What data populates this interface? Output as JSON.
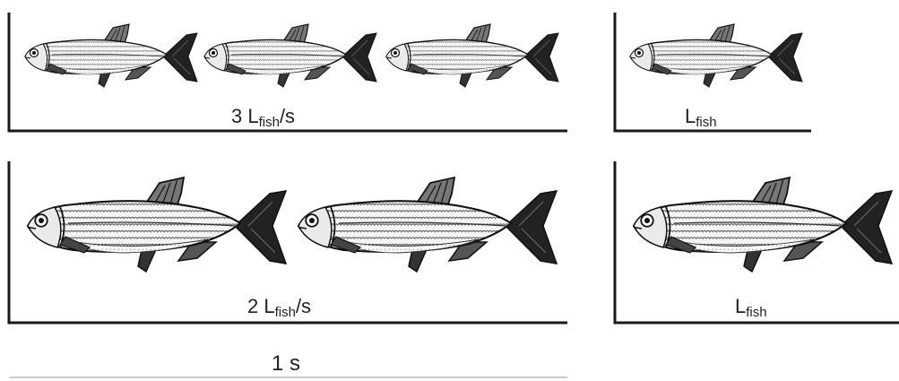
{
  "rows": [
    {
      "count_label": {
        "prefix": "3 L",
        "subscript": "fish",
        "suffix": "/s"
      },
      "single_label": {
        "prefix": "L",
        "subscript": "fish"
      },
      "fish_count": 3
    },
    {
      "count_label": {
        "prefix": "2 L",
        "subscript": "fish",
        "suffix": "/s"
      },
      "single_label": {
        "prefix": "L",
        "subscript": "fish"
      },
      "fish_count": 2
    }
  ],
  "time_label": "1 s"
}
